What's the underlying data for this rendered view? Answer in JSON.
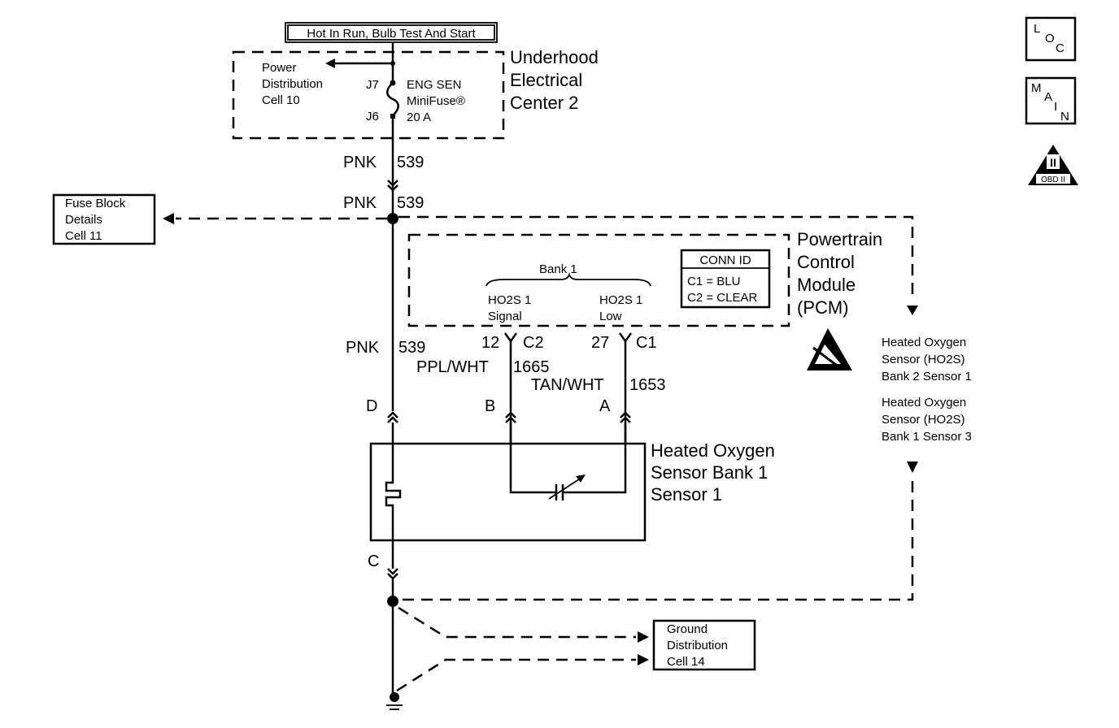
{
  "source": {
    "label": "Hot In Run, Bulb Test And Start"
  },
  "underhood_center": {
    "title_lines": [
      "Underhood",
      "Electrical",
      "Center 2"
    ],
    "ref_lines": [
      "Power",
      "Distribution",
      "Cell 10"
    ],
    "pin_top": "J7",
    "pin_bottom": "J6",
    "fuse_lines": [
      "ENG SEN",
      "MiniFuse®",
      "20 A"
    ]
  },
  "wires": {
    "pnk_color_1": "PNK",
    "pnk_circuit_1": "539",
    "pnk_color_2": "PNK",
    "pnk_circuit_2": "539",
    "pnk_color_3": "PNK",
    "pnk_circuit_3": "539",
    "signal_color": "PPL/WHT",
    "signal_circuit": "1665",
    "low_color": "TAN/WHT",
    "low_circuit": "1653"
  },
  "fuse_block_ref": {
    "lines": [
      "Fuse Block",
      "Details",
      "Cell 11"
    ]
  },
  "pcm": {
    "title_lines": [
      "Powertrain",
      "Control",
      "Module",
      "(PCM)"
    ],
    "bank_label": "Bank 1",
    "signal_lines": [
      "HO2S 1",
      "Signal"
    ],
    "low_lines": [
      "HO2S 1",
      "Low"
    ],
    "signal_pin": "12",
    "signal_conn": "C2",
    "low_pin": "27",
    "low_conn": "C1",
    "conn_id": {
      "title": "CONN ID",
      "lines": [
        "C1 = BLU",
        "C2 = CLEAR"
      ]
    }
  },
  "sensor": {
    "title_lines": [
      "Heated Oxygen",
      "Sensor Bank 1",
      "Sensor 1"
    ],
    "pin_d": "D",
    "pin_b": "B",
    "pin_a": "A",
    "pin_c": "C"
  },
  "other_sensors": {
    "first_lines": [
      "Heated Oxygen",
      "Sensor (HO2S)",
      "Bank 2 Sensor 1"
    ],
    "second_lines": [
      "Heated Oxygen",
      "Sensor (HO2S)",
      "Bank 1 Sensor 3"
    ]
  },
  "ground_ref": {
    "lines": [
      "Ground",
      "Distribution",
      "Cell 14"
    ]
  },
  "icons": {
    "loc": "LOC",
    "main": "MAIN",
    "obd_numeral": "II",
    "obd_label": "OBD II"
  }
}
